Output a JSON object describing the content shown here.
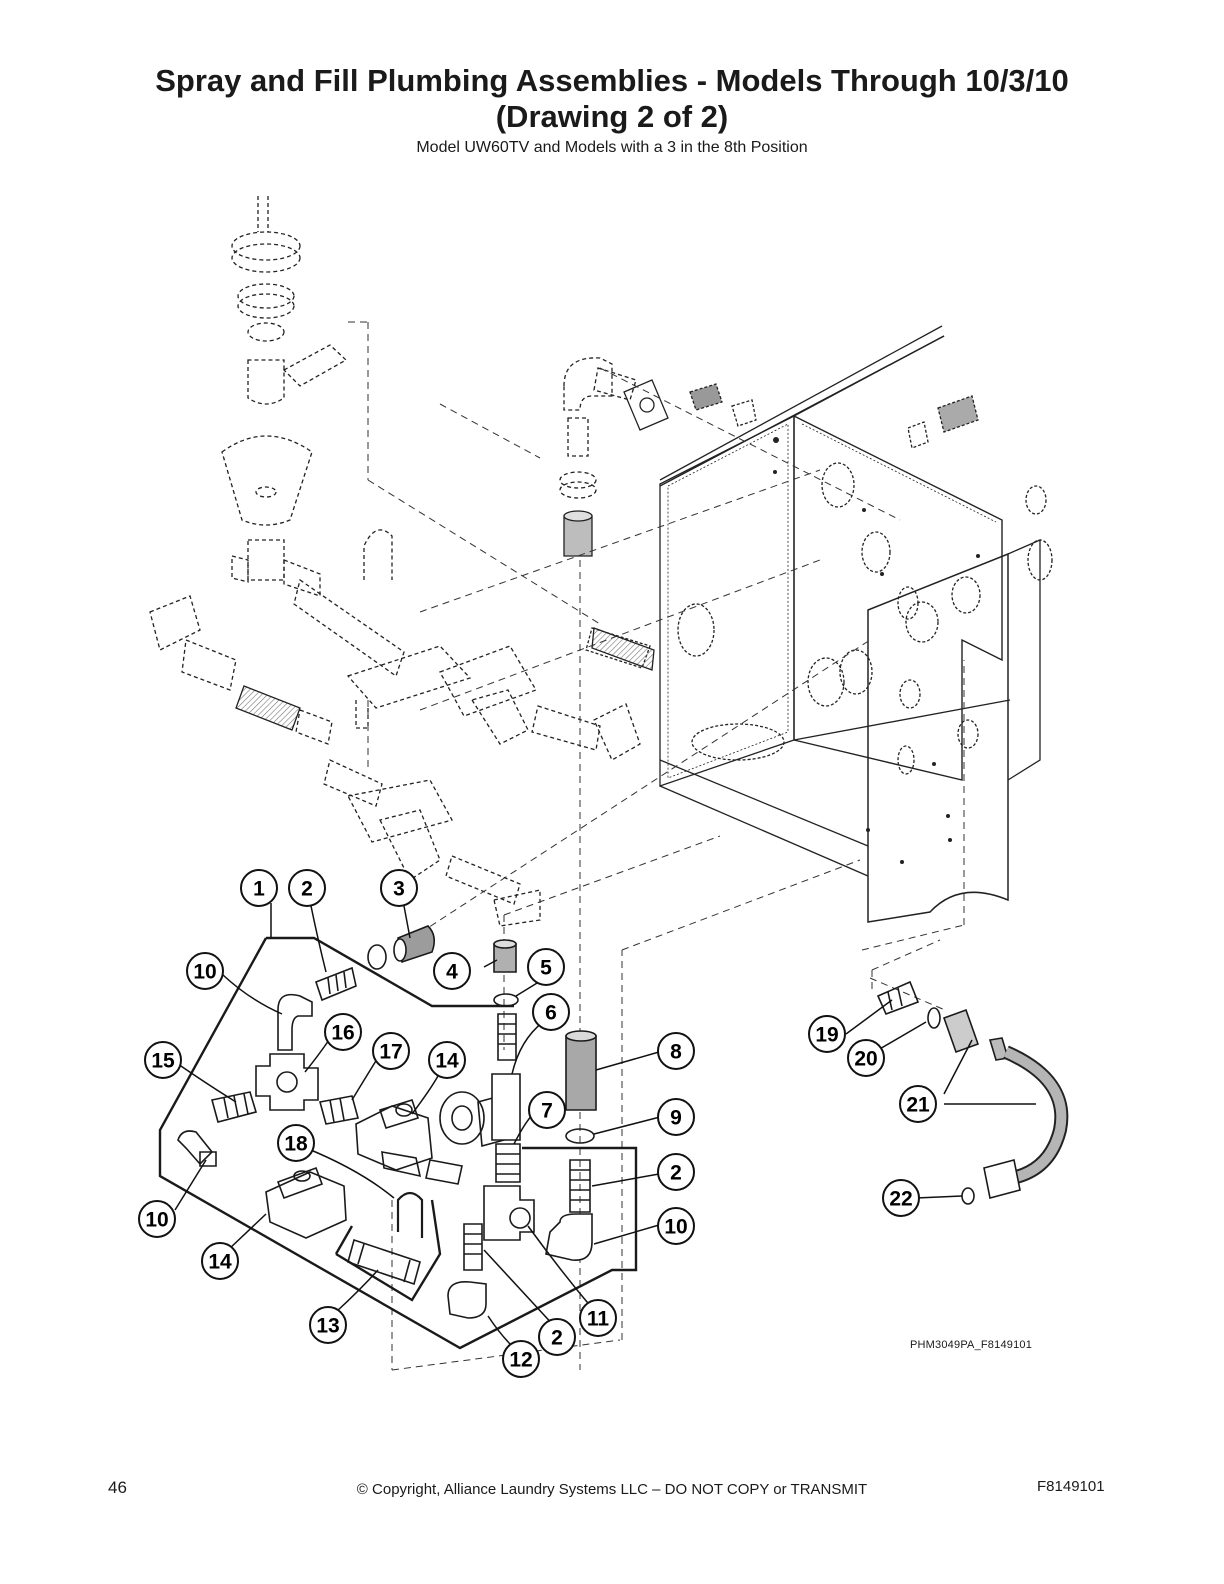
{
  "page": {
    "title_line1": "Spray and Fill Plumbing Assemblies - Models Through 10/3/10",
    "title_line2": "(Drawing 2 of 2)",
    "subtitle": "Model UW60TV and Models with a 3 in the 8th Position",
    "drawing_ref": "PHM3049PA_F8149101",
    "page_number": "46",
    "copyright": "© Copyright, Alliance Laundry Systems LLC – DO NOT COPY or TRANSMIT",
    "doc_number": "F8149101"
  },
  "callouts": [
    {
      "id": "c1",
      "label": "1"
    },
    {
      "id": "c2a",
      "label": "2"
    },
    {
      "id": "c3",
      "label": "3"
    },
    {
      "id": "c10a",
      "label": "10"
    },
    {
      "id": "c4",
      "label": "4"
    },
    {
      "id": "c5",
      "label": "5"
    },
    {
      "id": "c6",
      "label": "6"
    },
    {
      "id": "c16",
      "label": "16"
    },
    {
      "id": "c17",
      "label": "17"
    },
    {
      "id": "c14a",
      "label": "14"
    },
    {
      "id": "c15",
      "label": "15"
    },
    {
      "id": "c8",
      "label": "8"
    },
    {
      "id": "c7",
      "label": "7"
    },
    {
      "id": "c9",
      "label": "9"
    },
    {
      "id": "c18",
      "label": "18"
    },
    {
      "id": "c2b",
      "label": "2"
    },
    {
      "id": "c10b",
      "label": "10"
    },
    {
      "id": "c10c",
      "label": "10"
    },
    {
      "id": "c14b",
      "label": "14"
    },
    {
      "id": "c13",
      "label": "13"
    },
    {
      "id": "c11",
      "label": "11"
    },
    {
      "id": "c2c",
      "label": "2"
    },
    {
      "id": "c12",
      "label": "12"
    },
    {
      "id": "c19",
      "label": "19"
    },
    {
      "id": "c20",
      "label": "20"
    },
    {
      "id": "c21",
      "label": "21"
    },
    {
      "id": "c22",
      "label": "22"
    }
  ]
}
